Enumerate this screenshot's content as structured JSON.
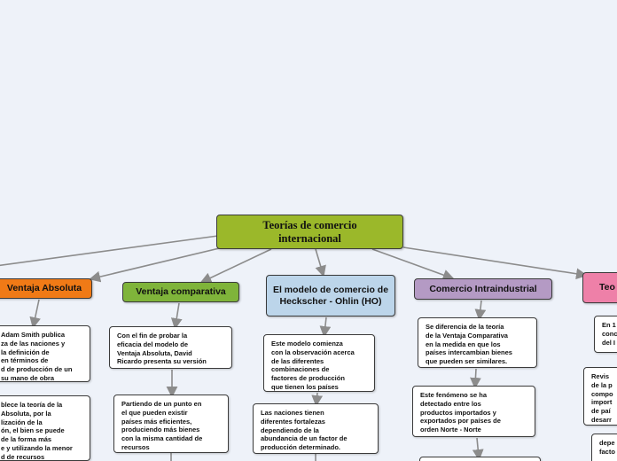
{
  "root": {
    "label": "Teorías de comercio internacional",
    "color": "#9bb82a"
  },
  "topics": {
    "absoluta": {
      "label": "Ventaja Absoluta",
      "color": "#f07a16"
    },
    "comparativa": {
      "label": "Ventaja comparativa",
      "color": "#7fb43a"
    },
    "hos": {
      "label": "El modelo de comercio de Heckscher - Ohlin (HO)",
      "color": "#bcd5ea"
    },
    "intra": {
      "label": "Comercio Intraindustrial",
      "color": "#b49ac4"
    },
    "teoria": {
      "label": "Teo",
      "color": "#ee80a8"
    }
  },
  "notes": {
    "absoluta_1": [
      "Adam Smith publica",
      "za de las naciones y",
      "la definición de",
      "en términos de",
      "d de producción de un",
      "su mano de obra"
    ],
    "absoluta_2": [
      "blece la teoría de la",
      "Absoluta, por la",
      "lización de la",
      "ón, el bien se puede",
      "de la forma más",
      "e y utilizando la menor",
      "d de recursos"
    ],
    "comparativa_1": [
      "Con el fin de probar la",
      "eficacia del modelo de",
      "Ventaja Absoluta, David",
      "Ricardo presenta su versión"
    ],
    "comparativa_2": [
      "Partiendo de un punto en",
      "el que pueden existir",
      "países más eficientes,",
      "produciendo más bienes",
      "con la misma cantidad de",
      "recursos"
    ],
    "hos_1": [
      "Este modelo comienza",
      "con la observación acerca",
      "de las diferentes",
      "combinaciones de",
      "factores de producción",
      "que tienen los países"
    ],
    "hos_2": [
      "Las naciones tienen",
      "diferentes fortalezas",
      "dependiendo de la",
      "abundancia de un factor de",
      "producción determinado."
    ],
    "intra_1": [
      "Se diferencia de la teoría",
      "de la Ventaja Comparativa",
      "en la medida en que los",
      "países intercambian bienes",
      "que pueden ser similares."
    ],
    "intra_2": [
      "Este fenómeno se ha",
      "detectado entre los",
      "productos importados y",
      "exportados por países de",
      "orden Norte - Norte"
    ],
    "teoria_1": [
      "En 1",
      "conc",
      "del I"
    ],
    "teoria_2": [
      "Revis",
      "de la p",
      "compo",
      "import",
      "de paí",
      "desarr"
    ],
    "teoria_3": [
      "depe",
      "facto"
    ]
  },
  "colors": {
    "connector": "#8c8c8c",
    "background": "#eef2f9"
  }
}
